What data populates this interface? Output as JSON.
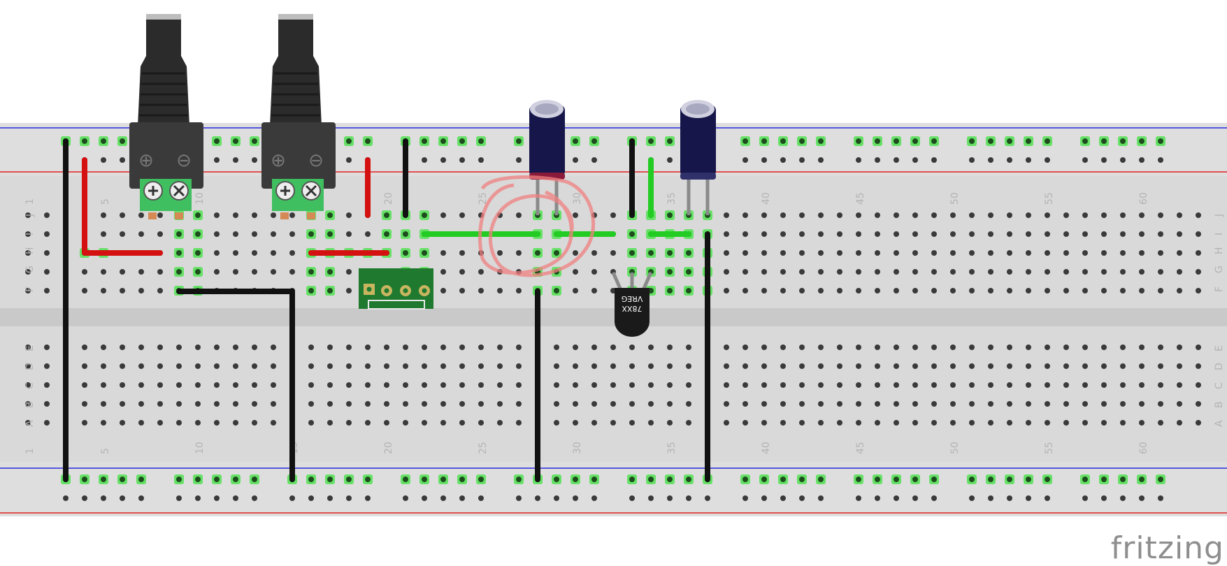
{
  "board": {
    "row_letters_top": [
      "J",
      "I",
      "H",
      "G",
      "F"
    ],
    "row_letters_bottom": [
      "E",
      "D",
      "C",
      "B",
      "A"
    ],
    "column_numbers": [
      "1",
      "5",
      "10",
      "15",
      "20",
      "25",
      "30",
      "35",
      "40",
      "45",
      "50",
      "55",
      "60"
    ]
  },
  "jacks": [
    {
      "id": "jack-1",
      "plus_symbol": "⊕",
      "minus_symbol": "⊖"
    },
    {
      "id": "jack-2",
      "plus_symbol": "⊕",
      "minus_symbol": "⊖"
    }
  ],
  "regulator": {
    "line1": "78XX",
    "line2": "VREG"
  },
  "brand": {
    "text": "fritzing"
  },
  "colors": {
    "board": "#dcdcdc",
    "rail_blue": "#2a2ae0",
    "rail_red": "#e02020",
    "wire_red": "#d41010",
    "wire_black": "#111111",
    "wire_green": "#22cc22",
    "capacitor": "#16164a",
    "pcb": "#1f7a2f"
  }
}
